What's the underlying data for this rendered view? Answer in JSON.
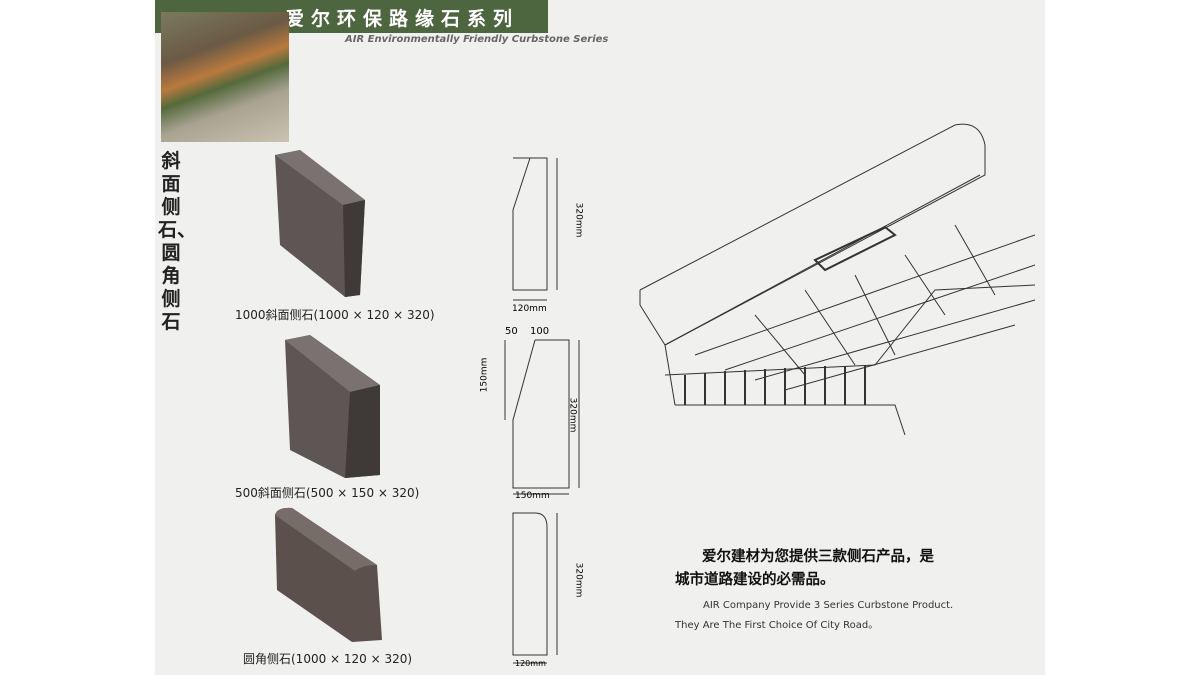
{
  "header": {
    "title_cn": "爱尔环保路缘石系列",
    "title_en": "AIR Environmentally Friendly Curbstone Series"
  },
  "side_title": "斜面侧石、圆角侧石",
  "products": [
    {
      "caption": "1000斜面侧石(1000 × 120 × 320)",
      "dims": {
        "height": "320mm",
        "width": "120mm"
      }
    },
    {
      "caption": "500斜面侧石(500 × 150 × 320)",
      "dims": {
        "height": "320mm",
        "width": "150mm",
        "bevel_h": "150mm",
        "bevel_w": "50",
        "top_w": "100"
      }
    },
    {
      "caption": "圆角侧石(1000 × 120 × 320)",
      "dims": {
        "height": "320mm",
        "width": "120mm"
      }
    }
  ],
  "description": {
    "cn_line1": "爱尔建材为您提供三款侧石产品，是",
    "cn_line2": "城市道路建设的必需品。",
    "en_line1": "AIR Company Provide 3 Series Curbstone Product.",
    "en_line2": "They Are The First Choice Of City Road。"
  },
  "colors": {
    "header_green": "#4d6640",
    "stone": "#5e5654"
  }
}
